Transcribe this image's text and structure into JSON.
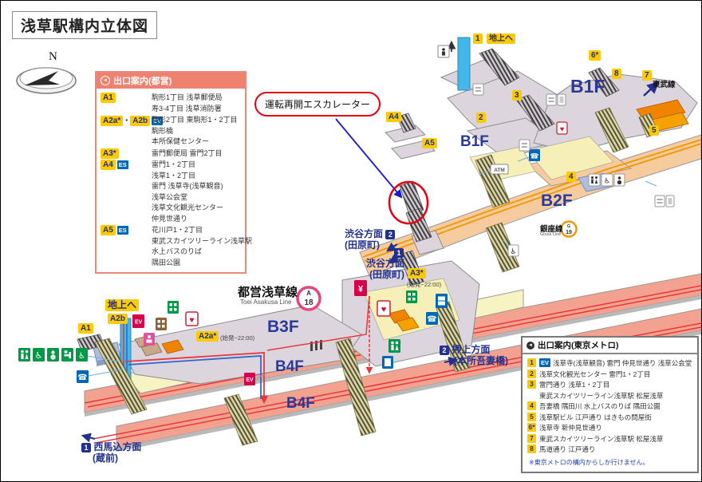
{
  "page": {
    "title": "浅草駅構内立体図"
  },
  "compass": {
    "north": "N"
  },
  "annotation": {
    "label": "運転再開エスカレーター"
  },
  "legend_toei": {
    "header": "出口案内(都営)",
    "rows": [
      {
        "badge1": "A1",
        "lines": [
          "駒形1丁目 浅草郵便局",
          "寿3-4丁目 浅草消防署"
        ]
      },
      {
        "badge1": "A2a*",
        "sep": "・",
        "badge2": "A2b",
        "icon": "EV",
        "lines": [
          "駒形2丁目 東駒形1・2丁目",
          "駒形橋",
          "本所保健センター"
        ]
      },
      {
        "badge1": "A3*",
        "lines": [
          "雷門郵便局 雷門2丁目"
        ]
      },
      {
        "badge1": "A4",
        "icon": "ES",
        "lines": [
          "雷門1・2丁目",
          "浅草1・2丁目",
          "雷門 浅草寺(浅草観音)",
          "浅草公会堂",
          "浅草文化観光センター",
          "仲見世通り"
        ]
      },
      {
        "badge1": "A5",
        "icon": "ES",
        "lines": [
          "花川戸1・2丁目",
          "東武スカイツリーライン浅草駅",
          "水上バスのりば",
          "隅田公園"
        ]
      }
    ]
  },
  "legend_metro": {
    "header": "出口案内(東京メトロ)",
    "rows": [
      {
        "badge": "1",
        "icon": "EV",
        "text": "浅草寺(浅草観音) 雷門 仲見世通り 浅草公会堂"
      },
      {
        "badge": "2",
        "text": "浅草文化観光センター 雷門1・2丁目"
      },
      {
        "badge": "3",
        "text": "雷門通り 浅草1・2丁目"
      },
      {
        "badge": "",
        "text": "東武スカイツリーライン浅草駅 松屋浅草"
      },
      {
        "badge": "4",
        "text": "吾妻橋 隅田川 水上バスのりば 隅田公園"
      },
      {
        "badge": "5",
        "text": "浅草駅ビル 江戸通り はきもの問屋街"
      },
      {
        "badge": "6*",
        "text": "浅草寺 新仲見世通り"
      },
      {
        "badge": "7",
        "text": "東武スカイツリーライン浅草駅 松屋浅草"
      },
      {
        "badge": "8",
        "text": "馬道通り 江戸通り"
      }
    ],
    "note": "※東京メトロの構内からしか行けません。"
  },
  "floors": {
    "b1f_left": "B1F",
    "b1f_right": "B1F",
    "b2f": "B2F",
    "b3f": "B3F",
    "b4f_upper": "B4F",
    "b4f_lower": "B4F"
  },
  "exits": {
    "surface_top": "地上へ",
    "surface_left": "地上へ",
    "m1": "1",
    "m2": "2",
    "m3": "3",
    "m4": "4",
    "m5": "5",
    "m6": "6*",
    "m7": "7",
    "m8": "8",
    "a1": "A1",
    "a2a": "A2a*",
    "a2b": "A2b",
    "a3": "A3*",
    "a4": "A4",
    "a5": "A5",
    "a2a_note": "(始発~22:00)",
    "a3_note": "(始発~22:00)"
  },
  "directions": {
    "shibuya_upper": {
      "badge": "2",
      "main": "渋谷方面",
      "sub": "(田原町)"
    },
    "shibuya_lower": {
      "badge": "1",
      "main": "渋谷方面",
      "sub": "(田原町)"
    },
    "oshiage": {
      "badge": "2",
      "main": "押上方面",
      "sub": "(本所吾妻橋)"
    },
    "nishimagome": {
      "badge": "1",
      "main": "西馬込方面",
      "sub": "(蔵前)"
    }
  },
  "lines": {
    "asakusa": {
      "name": "都営浅草線",
      "en": "Toei Asakusa Line",
      "letter": "A",
      "number": "18",
      "color": "#e85298"
    },
    "ginza": {
      "name": "銀座線",
      "en": "Ginza Line",
      "letter": "G",
      "number": "19",
      "color": "#f39700"
    },
    "tobu": {
      "name": "東武線"
    }
  },
  "icons": {
    "ev": "EV",
    "es": "ES",
    "atm": "ATM",
    "phone": "☎",
    "aed": "♥",
    "wheelchair": "♿",
    "yen": "¥",
    "exit_arrow": "◄"
  },
  "colors": {
    "badge_yellow": "#fcca00",
    "navy_text": "#232f7a",
    "route_red": "#e8383d",
    "route_blue": "#3366cc",
    "annotation_red": "#e60012",
    "b2f_peach": "#f6cc9e",
    "b3f_yellow": "#f8f3c2",
    "b4f_salmon": "#f2a28e",
    "concourse_lavender": "#dcd5de"
  }
}
